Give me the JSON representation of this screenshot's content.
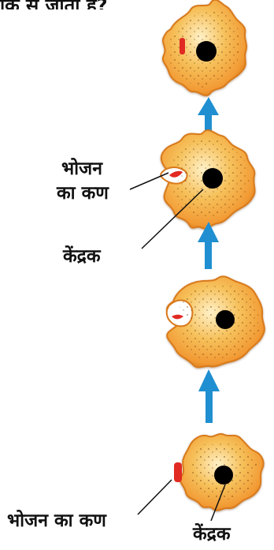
{
  "header_fragment": "कि से जाता है?",
  "labels": {
    "food_particle": "भोजन",
    "food_particle_line2": "का कण",
    "nucleus": "केंद्रक",
    "food_particle_full": "भोजन का कण",
    "nucleus_bottom": "केंद्रक"
  },
  "colors": {
    "cell_fill": "#f4a53a",
    "cell_edge": "#d97a1a",
    "nucleus": "#000000",
    "food": "#e12a22",
    "arrow": "#1f8fd1"
  }
}
